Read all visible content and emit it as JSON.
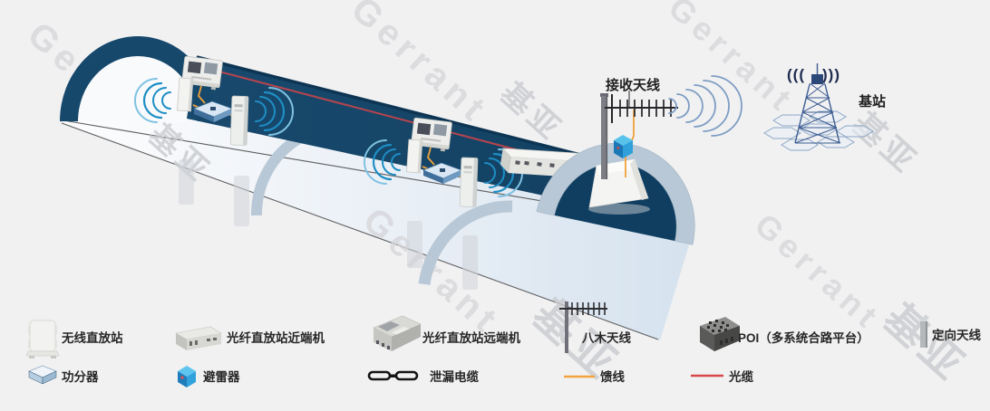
{
  "watermark": {
    "latin": "Gerrant",
    "cn": "基亚"
  },
  "scene": {
    "receiving_antenna_label": "接收天线",
    "base_station_label": "基站",
    "radiate_left": "(((",
    "radiate_right": ")))"
  },
  "legend": {
    "row1": [
      {
        "name": "wireless-repeater",
        "label": "无线直放站"
      },
      {
        "name": "fiber-repeater-near-end",
        "label": "光纤直放站近端机"
      },
      {
        "name": "fiber-repeater-remote-end",
        "label": "光纤直放站远端机"
      },
      {
        "name": "yagi-antenna",
        "label": "八木天线"
      },
      {
        "name": "poi-platform",
        "label": "POI（多系统合路平台）"
      },
      {
        "name": "directional-antenna",
        "label": "定向天线"
      }
    ],
    "row2": [
      {
        "name": "power-splitter",
        "label": "功分器"
      },
      {
        "name": "lightning-arrester",
        "label": "避雷器"
      },
      {
        "name": "leaky-cable",
        "label": "泄漏电缆"
      },
      {
        "name": "feeder-line",
        "label": "馈线"
      },
      {
        "name": "optical-cable",
        "label": "光缆"
      }
    ]
  },
  "colors": {
    "background": "#f1f1f2",
    "tunnel_wall": "#16486c",
    "tunnel_ring": "#b8c8d6",
    "optical_cable_red": "#c2444e",
    "feeder_orange": "#f2a33c",
    "indoor_wave_blue": "#1e8ec4",
    "outdoor_wave_blue": "#7e9dc3"
  }
}
